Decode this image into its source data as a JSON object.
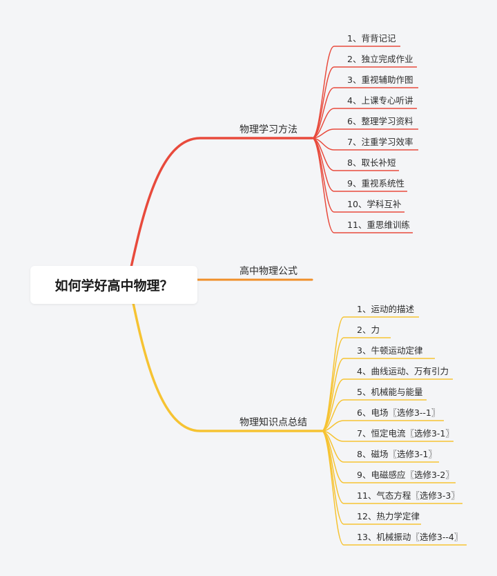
{
  "mindmap": {
    "root": {
      "label": "如何学好高中物理？"
    },
    "branches": [
      {
        "label": "物理学习方法",
        "color": "#e84a3c",
        "children": [
          "1、背背记记",
          "2、独立完成作业",
          "3、重视辅助作图",
          "4、上课专心听讲",
          "6、整理学习资料",
          "7、注重学习效率",
          "8、取长补短",
          "9、重视系统性",
          "10、学科互补",
          "11、重思维训练"
        ]
      },
      {
        "label": "高中物理公式",
        "color": "#f0902a",
        "children": []
      },
      {
        "label": "物理知识点总结",
        "color": "#f6c332",
        "children": [
          "1、运动的描述",
          "2、力",
          "3、牛顿运动定律",
          "4、曲线运动、万有引力",
          "5、机械能与能量",
          "6、电场〖选修3--1〗",
          "7、恒定电流〖选修3-1〗",
          "8、磁场〖选修3-1〗",
          "9、电磁感应〖选修3-2〗",
          "11、气态方程〖选修3-3〗",
          "12、热力学定律",
          "13、机械振动〖选修3--4〗"
        ]
      }
    ]
  }
}
